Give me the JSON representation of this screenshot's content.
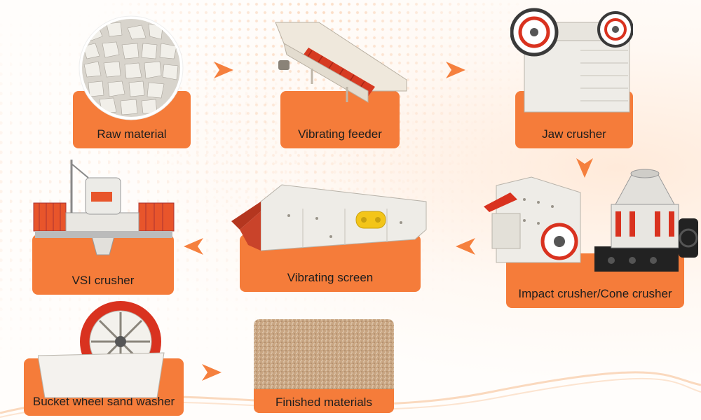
{
  "steps": [
    {
      "id": "raw-material",
      "label": "Raw material"
    },
    {
      "id": "vibrating-feeder",
      "label": "Vibrating feeder"
    },
    {
      "id": "jaw-crusher",
      "label": "Jaw crusher"
    },
    {
      "id": "impact-cone-crusher",
      "label": "Impact crusher/Cone crusher"
    },
    {
      "id": "vibrating-screen",
      "label": "Vibrating screen"
    },
    {
      "id": "vsi-crusher",
      "label": "VSI crusher"
    },
    {
      "id": "bucket-wheel-sand-washer",
      "label": "Bucket wheel sand washer"
    },
    {
      "id": "finished-materials",
      "label": "Finished materials"
    }
  ],
  "colors": {
    "accent": "#f57c3a",
    "arrow": "#f5803e",
    "machine_red": "#d9321f",
    "machine_white": "#f2f0ec"
  }
}
